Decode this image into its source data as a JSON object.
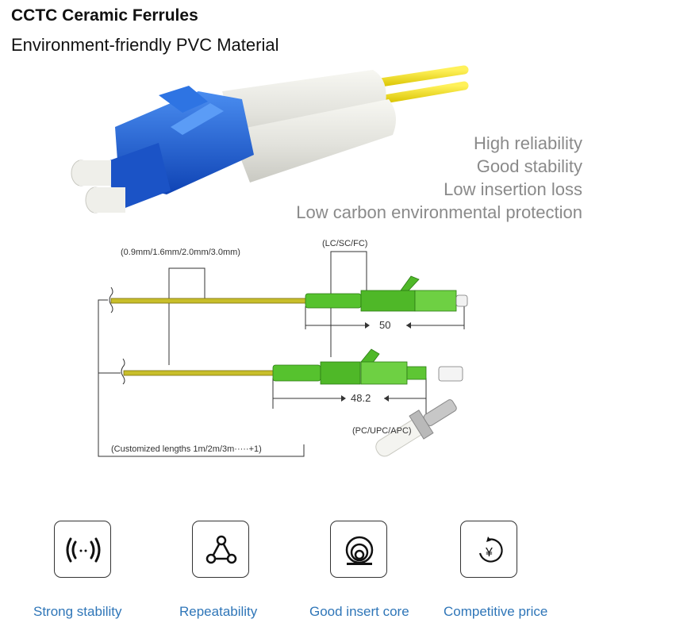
{
  "header": {
    "title": "CCTC Ceramic Ferrules",
    "subtitle": "Environment-friendly PVC Material"
  },
  "features": [
    "High reliability",
    "Good stability",
    "Low insertion loss",
    "Low carbon environmental protection"
  ],
  "diagram": {
    "cable_diameters": "(0.9mm/1.6mm/2.0mm/3.0mm)",
    "connector_types": "(LC/SC/FC)",
    "dim_lc": "50",
    "dim_sc": "48.2",
    "polish_types": "(PC/UPC/APC)",
    "lengths": "(Customized lengths  1m/2m/3m·····+1)"
  },
  "icons": [
    {
      "label": "Strong stability",
      "icon": "signal-waves-icon"
    },
    {
      "label": "Repeatability",
      "icon": "triangle-nodes-icon"
    },
    {
      "label": "Good insert core",
      "icon": "fiber-core-icon"
    },
    {
      "label": "Competitive price",
      "icon": "yen-refresh-icon"
    }
  ],
  "colors": {
    "connector_blue": "#1a5fd8",
    "cable_yellow": "#f2e21a",
    "apc_green": "#54c02a",
    "label_blue": "#2f76b8",
    "feature_gray": "#8a8a8a"
  }
}
